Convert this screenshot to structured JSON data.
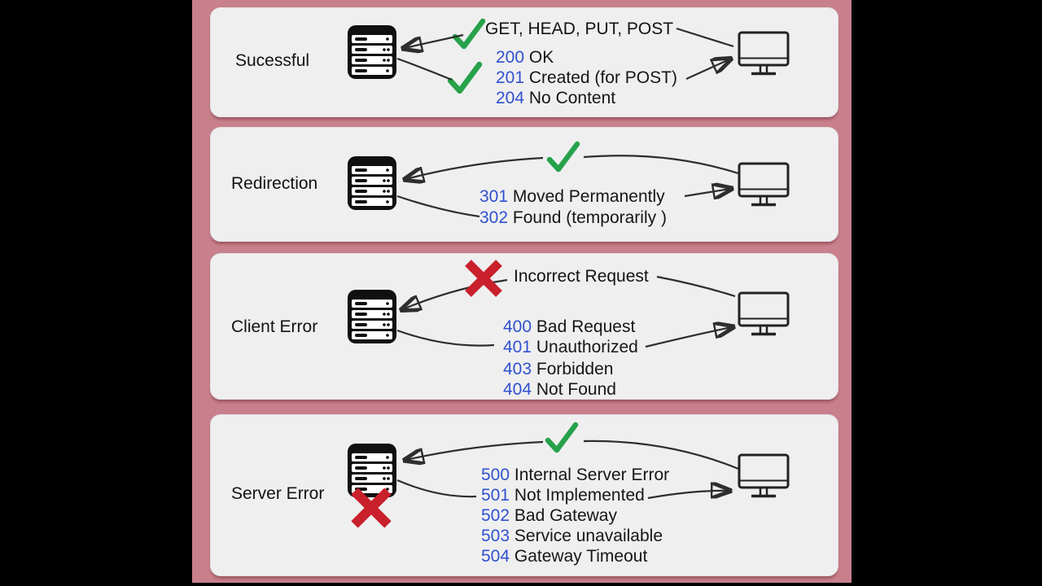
{
  "title": "HTTP status code categories",
  "colors": {
    "letterbox": "#000000",
    "background_pink": "#c8808d",
    "panel_gray": "#efeff0",
    "code_blue": "#3051cf",
    "text_black": "#161616",
    "check_green": "#27a24a",
    "cross_red": "#c9202b",
    "arrow_gray": "#2e2e2e"
  },
  "icons": {
    "server": "server-rack-icon",
    "client": "desktop-monitor-icon",
    "success_mark": "check-icon",
    "failure_mark": "cross-icon",
    "arrow": "arrow-line"
  },
  "panels": [
    {
      "label": "Sucessful",
      "request_label": "GET, HEAD, PUT, POST",
      "codes": [
        {
          "code": "200",
          "label": "OK"
        },
        {
          "code": "201",
          "label": "Created (for POST)"
        },
        {
          "code": "204",
          "label": "No Content"
        }
      ]
    },
    {
      "label": "Redirection",
      "request_label": "",
      "codes": [
        {
          "code": "301",
          "label": "Moved Permanently"
        },
        {
          "code": "302",
          "label": "Found (temporarily )"
        }
      ]
    },
    {
      "label": "Client Error",
      "request_label": "Incorrect Request",
      "codes": [
        {
          "code": "400",
          "label": "Bad Request"
        },
        {
          "code": "401",
          "label": "Unauthorized"
        },
        {
          "code": "403",
          "label": "Forbidden"
        },
        {
          "code": "404",
          "label": "Not Found"
        }
      ]
    },
    {
      "label": "Server Error",
      "request_label": "",
      "codes": [
        {
          "code": "500",
          "label": "Internal Server Error"
        },
        {
          "code": "501",
          "label": "Not Implemented"
        },
        {
          "code": "502",
          "label": "Bad Gateway"
        },
        {
          "code": "503",
          "label": "Service unavailable"
        },
        {
          "code": "504",
          "label": "Gateway Timeout"
        }
      ]
    }
  ]
}
